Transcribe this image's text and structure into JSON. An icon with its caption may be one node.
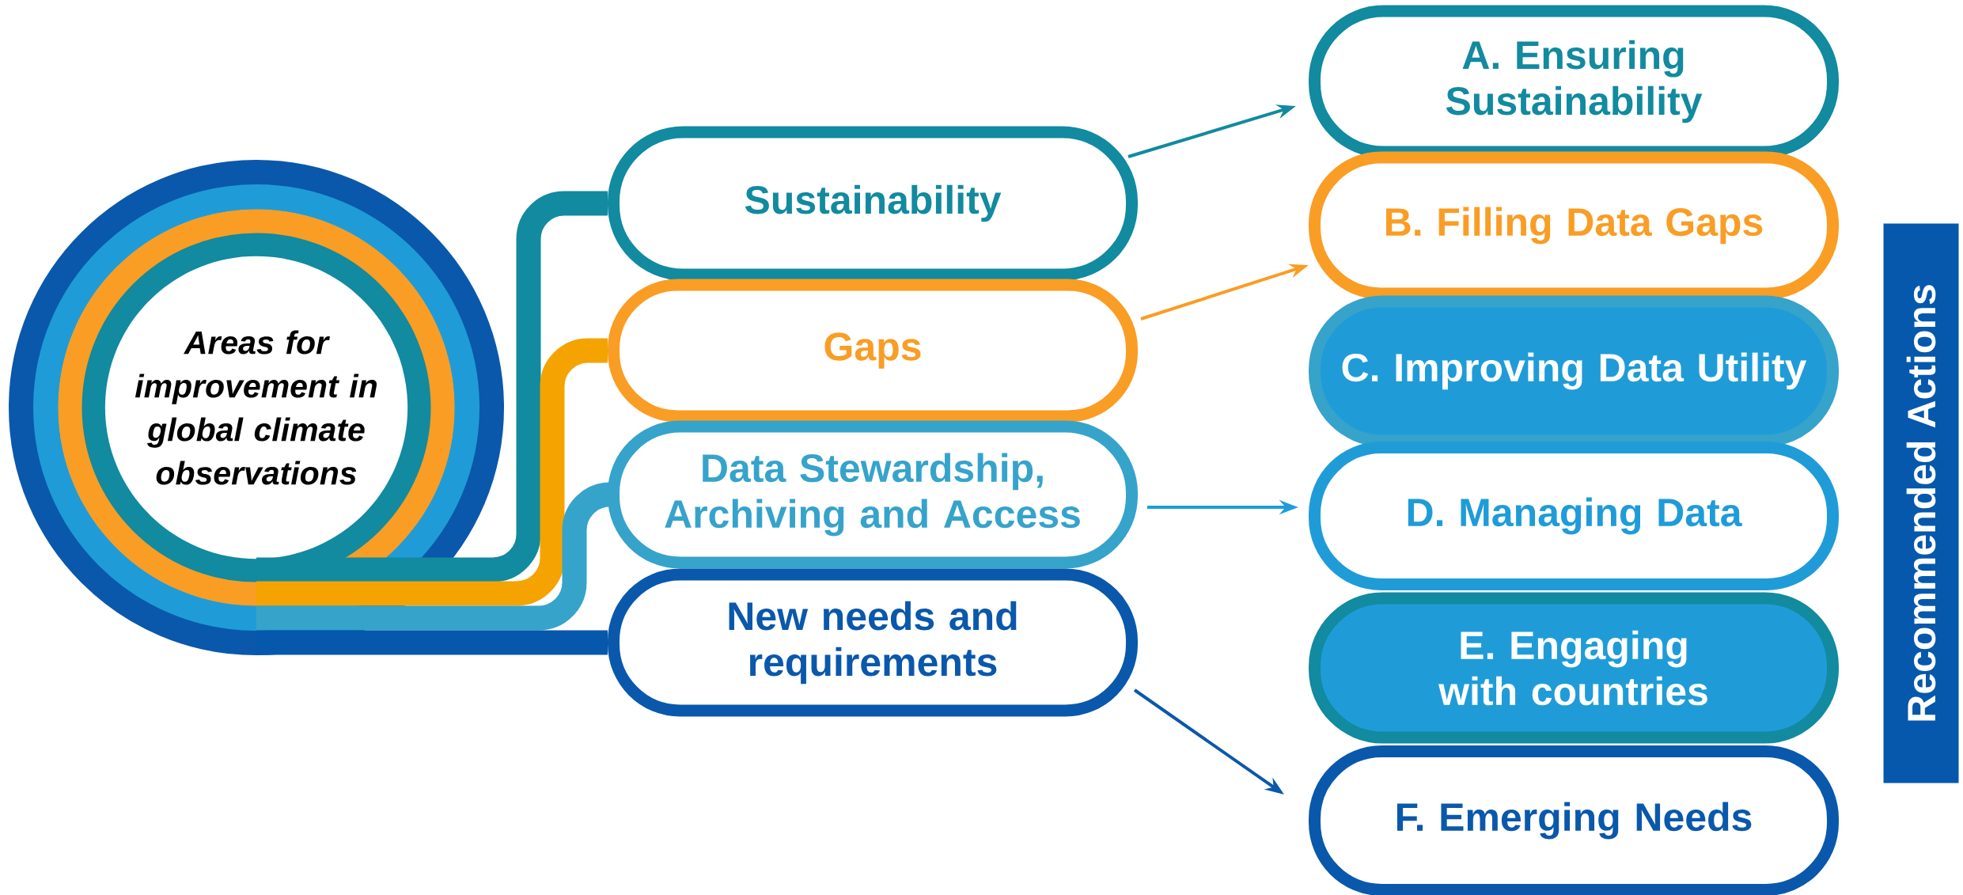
{
  "diagram": {
    "nodes": [
      {
        "text": [
          "Areas for improvement in global climate observations"
        ]
      },
      {
        "text": [
          "Sustainability"
        ]
      },
      {
        "text": [
          "Gaps"
        ]
      },
      {
        "text": [
          "Data Stewardship, Archiving and Access"
        ]
      },
      {
        "text": [
          "New needs and requirements"
        ]
      },
      {
        "text": [
          "A. Ensuring Sustainability"
        ]
      },
      {
        "text": [
          "B. Filling Data Gaps"
        ]
      },
      {
        "text": [
          "C. Improving Data Utility"
        ]
      },
      {
        "text": [
          "D. Managing Data"
        ]
      },
      {
        "text": [
          "E. Engaging with countries"
        ]
      },
      {
        "text": [
          "F. Emerging Needs"
        ]
      },
      {
        "text": [
          "Recommended Actions"
        ]
      }
    ],
    "edges": [
      {
        "from": 0,
        "to": 1,
        "arrow": "none",
        "style": "thick",
        "color": "#128a9f"
      },
      {
        "from": 0,
        "to": 2,
        "arrow": "none",
        "style": "thick",
        "color": "#f5a300"
      },
      {
        "from": 0,
        "to": 3,
        "arrow": "none",
        "style": "thick",
        "color": "#36a3cb"
      },
      {
        "from": 0,
        "to": 4,
        "arrow": "none",
        "style": "thick",
        "color": "#0558ac"
      },
      {
        "from": 1,
        "to": 5,
        "arrow": "to",
        "color": "#128a9f"
      },
      {
        "from": 2,
        "to": 6,
        "arrow": "to",
        "color": "#f99d25"
      },
      {
        "from": 3,
        "to": 8,
        "arrow": "to",
        "color": "#1f9cd8"
      },
      {
        "from": 4,
        "to": 10,
        "arrow": "to",
        "color": "#0a58ab"
      }
    ]
  }
}
